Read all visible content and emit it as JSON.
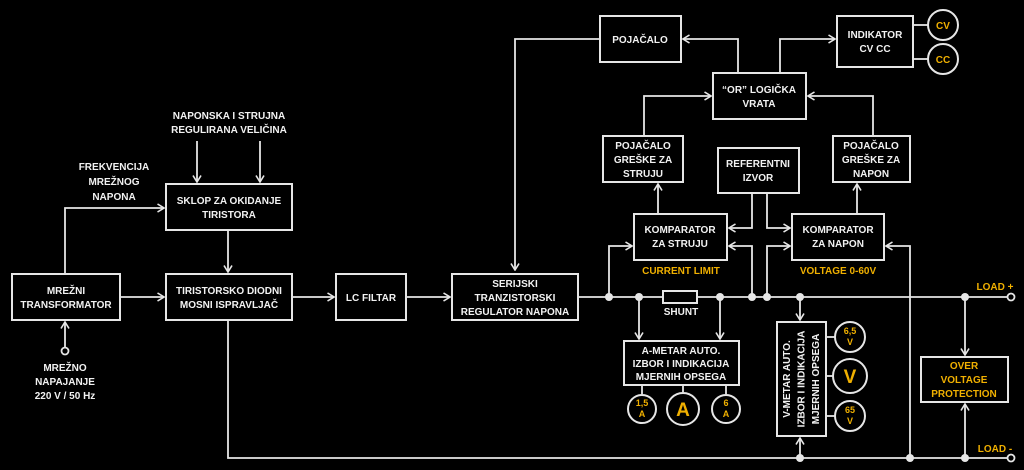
{
  "colors": {
    "background": "#000000",
    "line": "#e6e6e6",
    "text": "#f2f2f2",
    "accent": "#f0b000"
  },
  "blocks": {
    "mrezni_transformator": {
      "lines": [
        "MREŽNI",
        "TRANSFORMATOR"
      ]
    },
    "tiristorsko_diodni": {
      "lines": [
        "TIRISTORSKO DIODNI",
        "MOSNI ISPRAVLJAČ"
      ]
    },
    "sklop_za_okidanje": {
      "lines": [
        "SKLOP ZA OKIDANJE",
        "TIRISTORA"
      ]
    },
    "lc_filtar": {
      "lines": [
        "LC FILTAR"
      ]
    },
    "serijski_regulator": {
      "lines": [
        "SERIJSKI",
        "TRANZISTORSKI",
        "REGULATOR NAPONA"
      ]
    },
    "pojacalo": {
      "lines": [
        "POJAČALO"
      ]
    },
    "or_vrata": {
      "lines": [
        "“OR” LOGIČKA",
        "VRATA"
      ]
    },
    "indikator": {
      "lines": [
        "INDIKATOR",
        "CV CC"
      ]
    },
    "pojacalo_greske_struja": {
      "lines": [
        "POJAČALO",
        "GREŠKE ZA",
        "STRUJU"
      ]
    },
    "referentni_izvor": {
      "lines": [
        "REFERENTNI",
        "IZVOR"
      ]
    },
    "pojacalo_greske_napon": {
      "lines": [
        "POJAČALO",
        "GREŠKE ZA",
        "NAPON"
      ]
    },
    "komparator_struja": {
      "lines": [
        "KOMPARATOR",
        "ZA STRUJU"
      ]
    },
    "komparator_napon": {
      "lines": [
        "KOMPARATOR",
        "ZA NAPON"
      ]
    },
    "a_metar": {
      "lines": [
        "A-METAR  AUTO.",
        "IZBOR I INDIKACIJA",
        "MJERNIH OPSEGA"
      ]
    },
    "v_metar": {
      "lines": [
        "V-METAR  AUTO.",
        "IZBOR I INDIKACIJA",
        "MJERNIH OPSEGA"
      ]
    },
    "over_voltage_protection": {
      "lines": [
        "OVER",
        "VOLTAGE",
        "PROTECTION"
      ]
    }
  },
  "labels": {
    "frekvencija": [
      "FREKVENCIJA",
      "MREŽNOG",
      "NAPONA"
    ],
    "regulirana_velicina": [
      "NAPONSKA I STRUJNA",
      "REGULIRANA VELIČINA"
    ],
    "mrezno_napajanje": [
      "MREŽNO",
      "NAPAJANJE",
      "220 V / 50 Hz"
    ],
    "current_limit": "CURRENT LIMIT",
    "voltage_range": "VOLTAGE 0-60V",
    "shunt": "SHUNT",
    "load_plus": "LOAD +",
    "load_minus": "LOAD -"
  },
  "indicators": {
    "cv": "CV",
    "cc": "CC",
    "a_range_low": [
      "1,5",
      "A"
    ],
    "a_main": "A",
    "a_range_high": [
      "6",
      "A"
    ],
    "v_range_low": [
      "6,5",
      "V"
    ],
    "v_main": "V",
    "v_range_high": [
      "65",
      "V"
    ]
  }
}
